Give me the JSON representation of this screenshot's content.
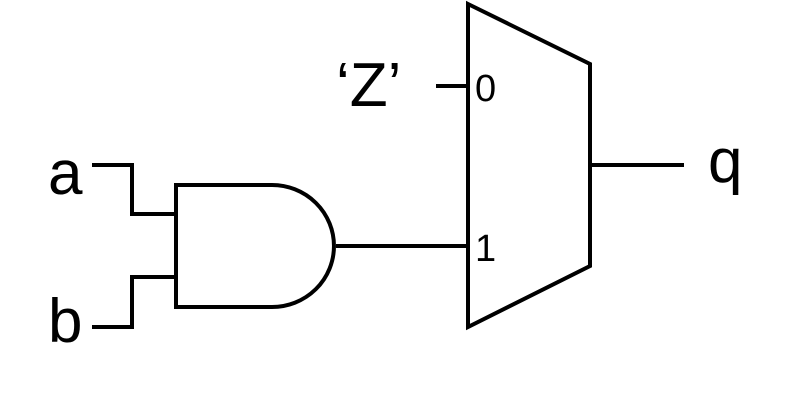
{
  "inputs": {
    "a": "a",
    "b": "b"
  },
  "const_input": "‘Z’",
  "output": "q",
  "mux": {
    "port0": "0",
    "port1": "1"
  }
}
